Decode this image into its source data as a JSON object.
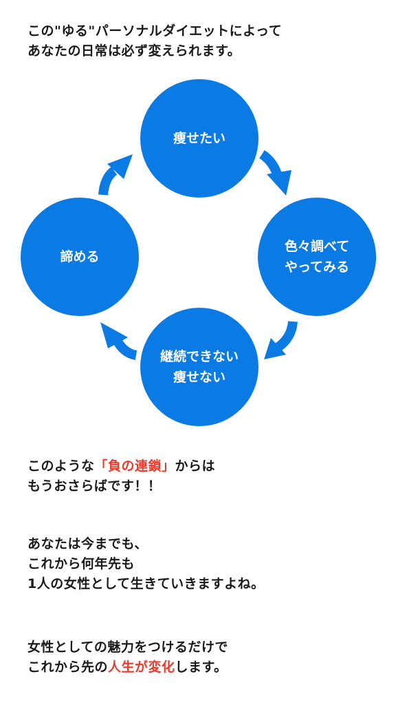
{
  "intro": {
    "line1": "この\"ゆる\"パーソナルダイエットによって",
    "line2": "あなたの日常は必ず変えられます。"
  },
  "cycle": {
    "top": "痩せたい",
    "right": [
      "色々調べて",
      "やってみる"
    ],
    "bottom": [
      "継続できない",
      "痩せない"
    ],
    "left": "諦める",
    "color": "#0a7ae5"
  },
  "chain": {
    "line1_before": "このような",
    "line1_accent": "「負の連鎖」",
    "line1_after": "からは",
    "line2": "もうおさらばです！！"
  },
  "life": {
    "line1": "あなたは今までも、",
    "line2": "これから何年先も",
    "line3": "1人の女性として生きていきますよね。"
  },
  "change": {
    "line1": "女性としての魅力をつけるだけで",
    "line2_before": "これから先の",
    "line2_accent": "人生が変化",
    "line2_after": "します。"
  },
  "accent_color": "#f0392b"
}
